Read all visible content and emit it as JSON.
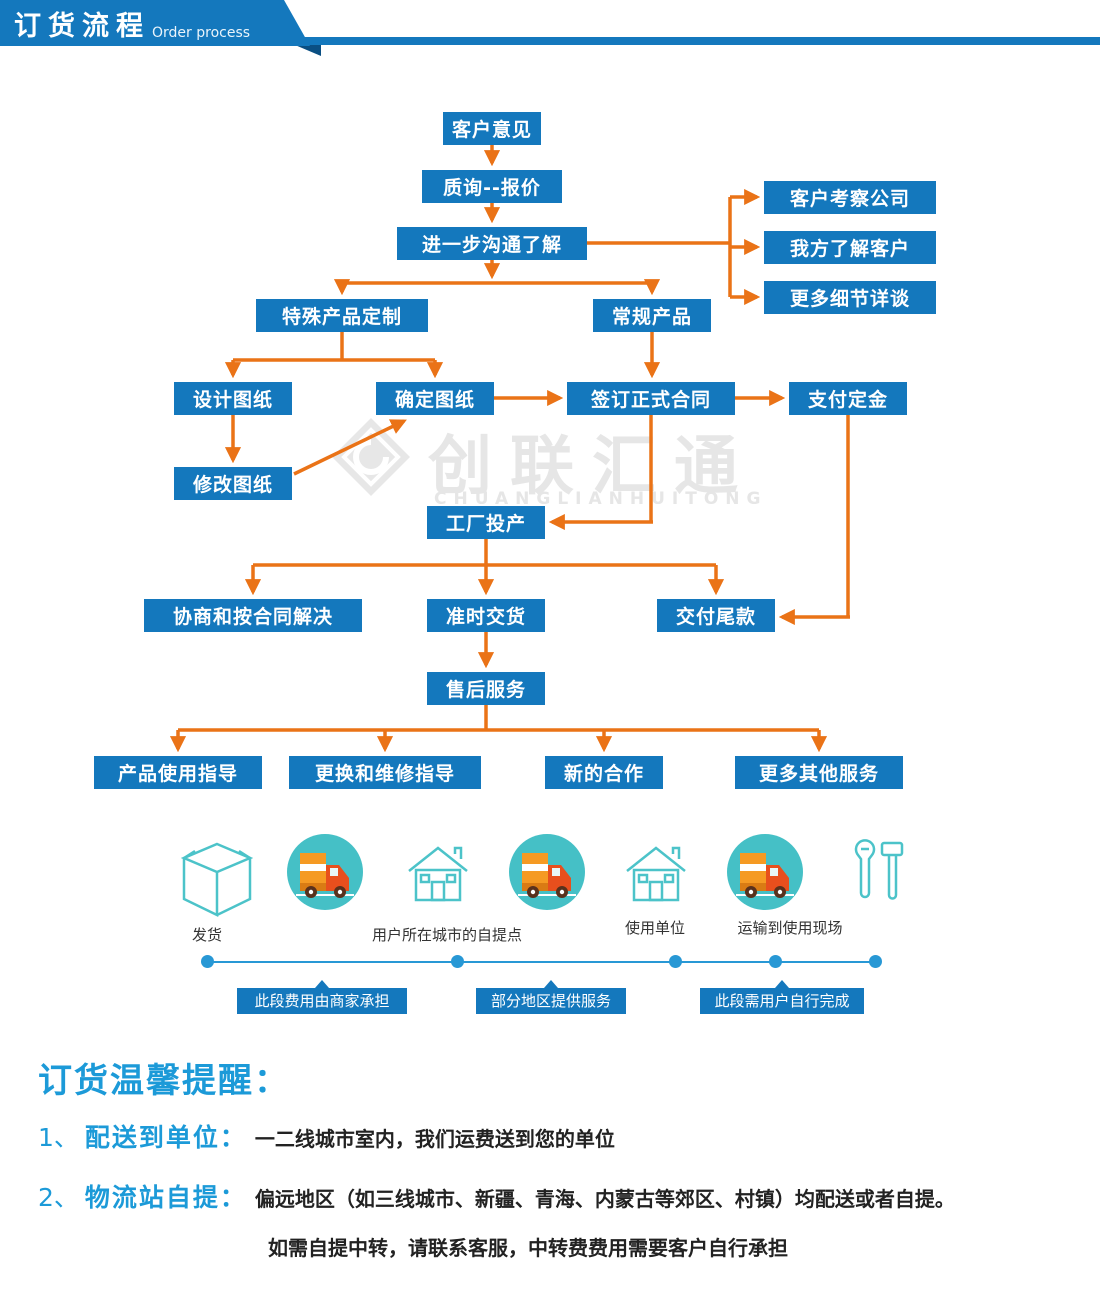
{
  "colors": {
    "primary_blue": "#1478bd",
    "arrow_orange": "#ea7317",
    "teal": "#45c0c6",
    "notice_blue": "#1c9ad8"
  },
  "header": {
    "title": "订货流程",
    "subtitle": "Order process"
  },
  "watermark": {
    "name": "创联汇通",
    "latin": "CHUANGLIANHUITONG"
  },
  "flow": {
    "boxes": [
      {
        "label": "客户意见"
      },
      {
        "label": "质询--报价"
      },
      {
        "label": "进一步沟通了解"
      },
      {
        "label": "客户考察公司"
      },
      {
        "label": "我方了解客户"
      },
      {
        "label": "更多细节详谈"
      },
      {
        "label": "特殊产品定制"
      },
      {
        "label": "常规产品"
      },
      {
        "label": "设计图纸"
      },
      {
        "label": "确定图纸"
      },
      {
        "label": "签订正式合同"
      },
      {
        "label": "支付定金"
      },
      {
        "label": "修改图纸"
      },
      {
        "label": "工厂投产"
      },
      {
        "label": "协商和按合同解决"
      },
      {
        "label": "准时交货"
      },
      {
        "label": "交付尾款"
      },
      {
        "label": "售后服务"
      },
      {
        "label": "产品使用指导"
      },
      {
        "label": "更换和维修指导"
      },
      {
        "label": "新的合作"
      },
      {
        "label": "更多其他服务"
      }
    ]
  },
  "logistics": {
    "station_labels": [
      "发货",
      "用户所在城市的自提点",
      "使用单位",
      "运输到使用现场"
    ],
    "tags": [
      "此段费用由商家承担",
      "部分地区提供服务",
      "此段需用户自行完成"
    ]
  },
  "notice": {
    "title": "订货温馨提醒：",
    "items": [
      {
        "num": "1、",
        "label": "配送到单位：",
        "text": "一二线城市室内，我们运费送到您的单位"
      },
      {
        "num": "2、",
        "label": "物流站自提：",
        "text": "偏远地区（如三线城市、新疆、青海、内蒙古等郊区、村镇）均配送或者自提。"
      }
    ],
    "footnote": "如需自提中转，请联系客服，中转费费用需要客户自行承担"
  }
}
